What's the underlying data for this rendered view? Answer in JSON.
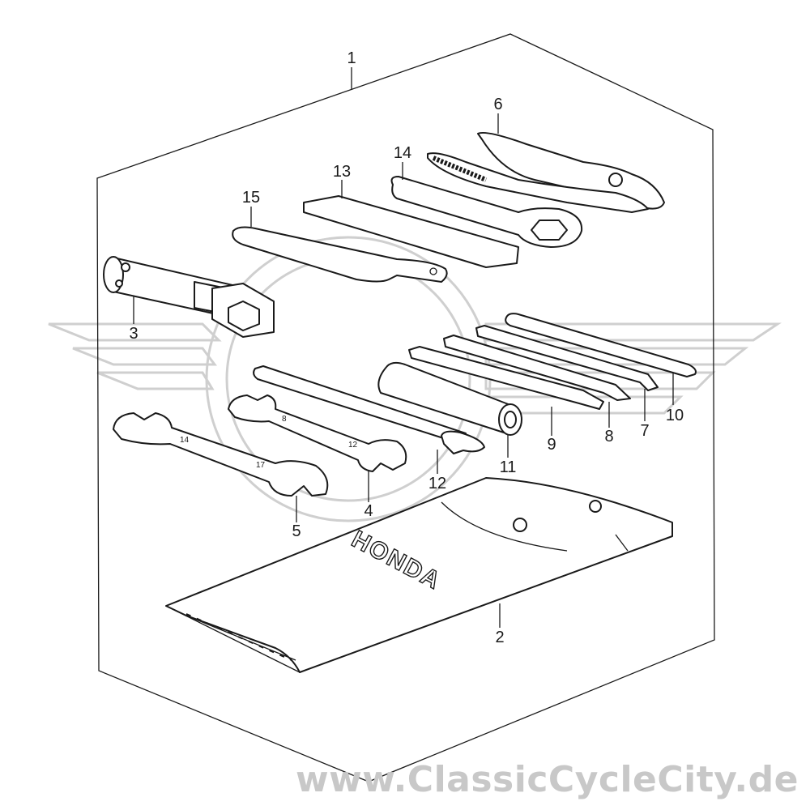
{
  "diagram": {
    "brand_text": "HONDA",
    "callouts": {
      "c1": "1",
      "c2": "2",
      "c3": "3",
      "c4": "4",
      "c5": "5",
      "c6": "6",
      "c7": "7",
      "c8": "8",
      "c9": "9",
      "c10": "10",
      "c11": "11",
      "c12": "12",
      "c13": "13",
      "c14": "14",
      "c15": "15"
    },
    "wrench_marks": {
      "w4a": "8",
      "w4b": "12",
      "w5a": "14",
      "w5b": "17"
    }
  },
  "watermark": {
    "text": "www.ClassicCycleCity.de",
    "color": "#c8c8c8"
  }
}
